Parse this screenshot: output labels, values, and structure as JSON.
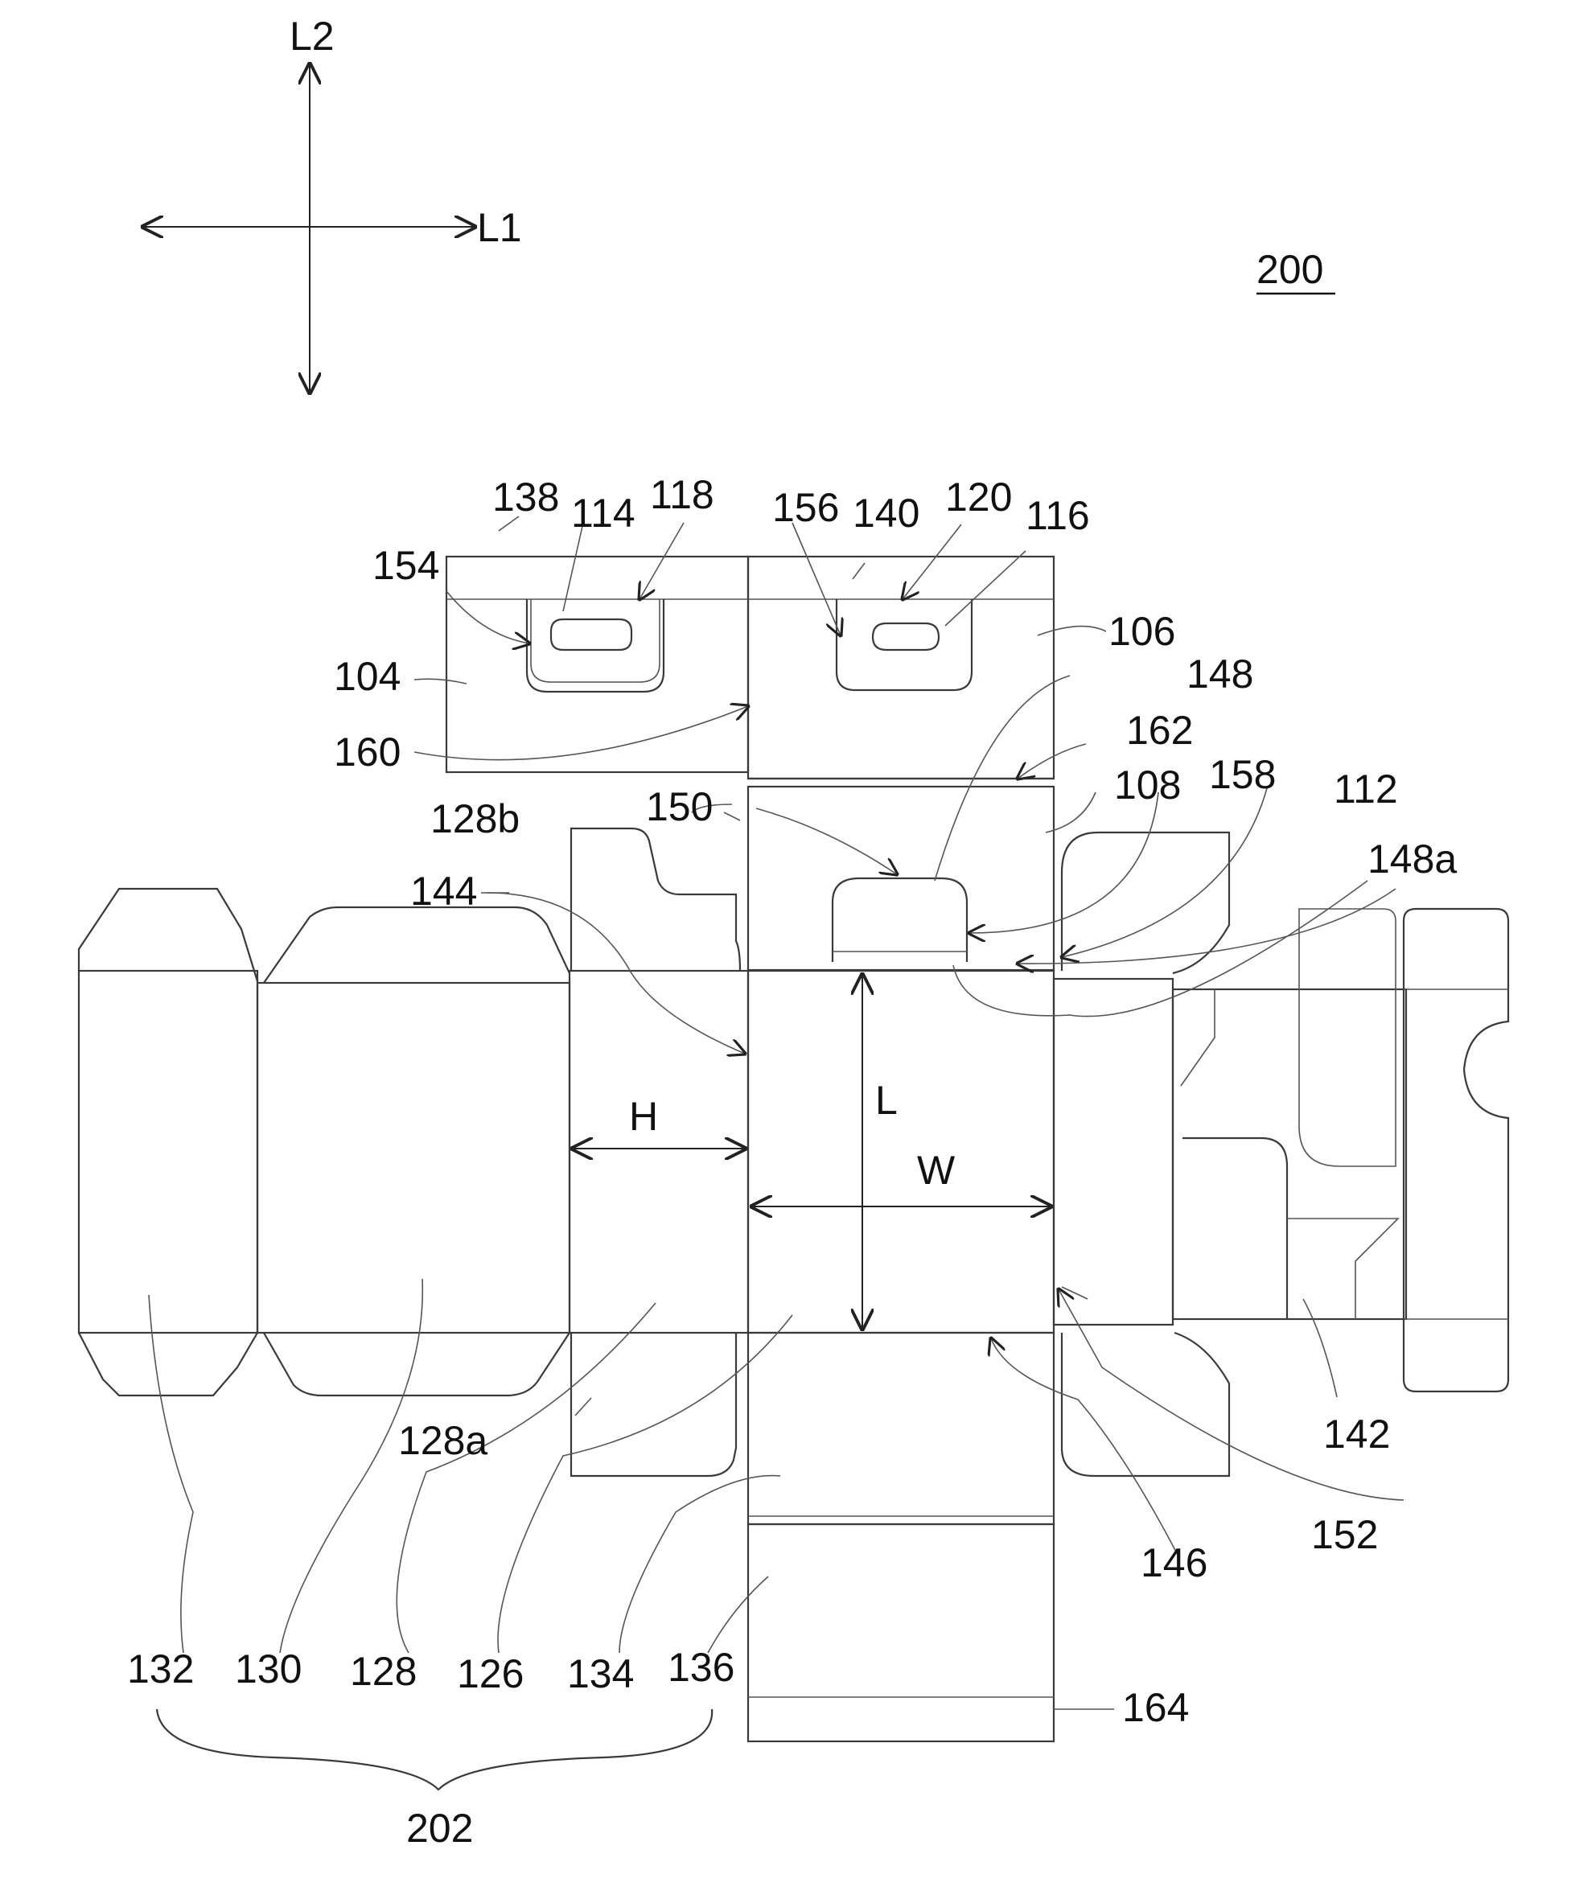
{
  "figure_number": "200",
  "axes": {
    "l1": "L1",
    "l2": "L2"
  },
  "dimensions": {
    "h": "H",
    "l": "L",
    "w": "W"
  },
  "labels": {
    "n104": "104",
    "n106": "106",
    "n108": "108",
    "n112": "112",
    "n114": "114",
    "n116": "116",
    "n118": "118",
    "n120": "120",
    "n126": "126",
    "n128": "128",
    "n128a": "128a",
    "n128b": "128b",
    "n130": "130",
    "n132": "132",
    "n134": "134",
    "n136": "136",
    "n138": "138",
    "n140": "140",
    "n142": "142",
    "n144": "144",
    "n146": "146",
    "n148": "148",
    "n148a": "148a",
    "n150": "150",
    "n152": "152",
    "n154": "154",
    "n156": "156",
    "n158": "158",
    "n160": "160",
    "n162": "162",
    "n164": "164",
    "n202": "202"
  }
}
